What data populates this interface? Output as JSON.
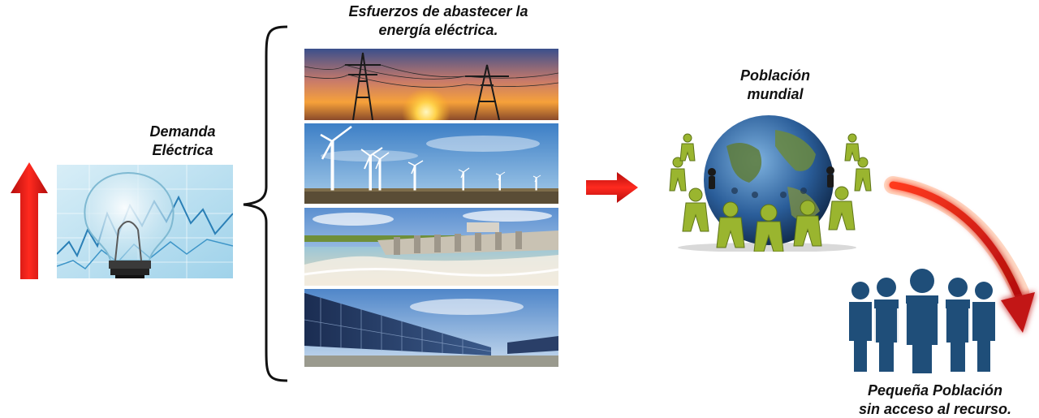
{
  "demand": {
    "title_line1": "Demanda",
    "title_line2": "Eléctrica",
    "image_name": "light-bulb-chart"
  },
  "efforts": {
    "title_line1": "Esfuerzos de abastecer la",
    "title_line2": "energía eléctrica.",
    "images": [
      "power-lines-sunset",
      "wind-turbines",
      "hydroelectric-dam",
      "solar-panels"
    ]
  },
  "population": {
    "title_line1": "Población",
    "title_line2": "mundial",
    "image_name": "globe-with-people"
  },
  "without_access": {
    "title_line1": "Pequeña Población",
    "title_line2": "sin acceso al recurso.",
    "image_name": "people-group"
  },
  "colors": {
    "arrow_red": "#e0201b",
    "people_blue": "#1f4e79",
    "figure_green": "#8aa62b"
  }
}
